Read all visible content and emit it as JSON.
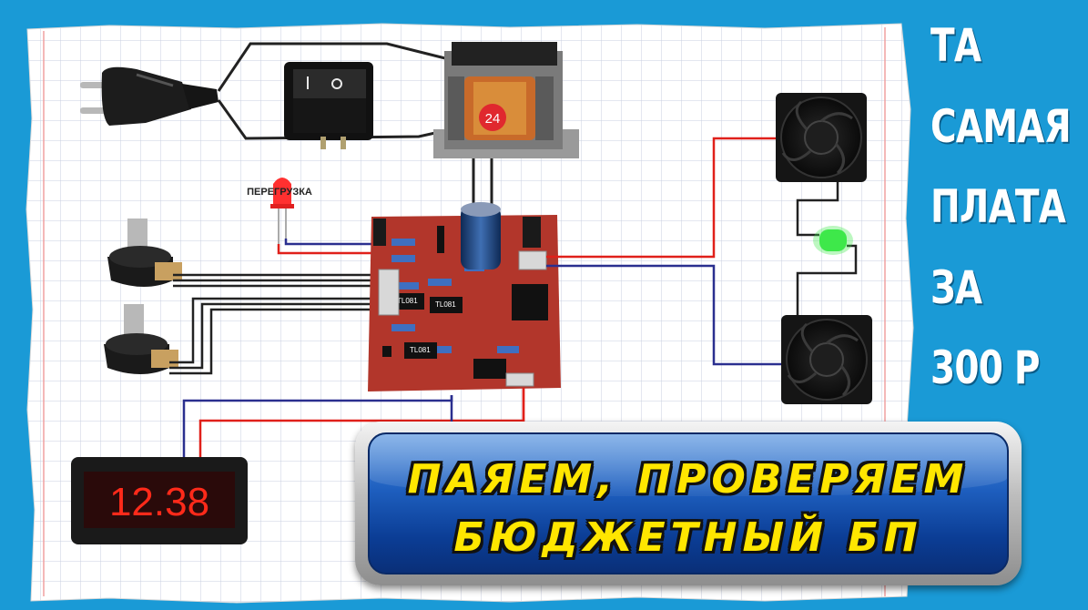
{
  "diagram": {
    "transformer_badge": "24",
    "led_label": "ПЕРЕГРУЗКА",
    "display_value": "12.38",
    "ic_labels": [
      "TL081",
      "TL081",
      "TL081"
    ]
  },
  "side_title": {
    "lines": [
      "ТА",
      "САМАЯ",
      "ПЛАТА",
      "ЗА",
      "300 Р"
    ]
  },
  "banner": {
    "line1": "ПАЯЕМ, ПРОВЕРЯЕМ",
    "line2": "БЮДЖЕТНЫЙ БП"
  },
  "colors": {
    "background": "#1a9ad6",
    "banner_text": "#ffe600",
    "wire_red": "#e0201a",
    "wire_blue": "#2a2f8f",
    "pcb": "#b2362b",
    "display_digits": "#ff2a1a"
  }
}
